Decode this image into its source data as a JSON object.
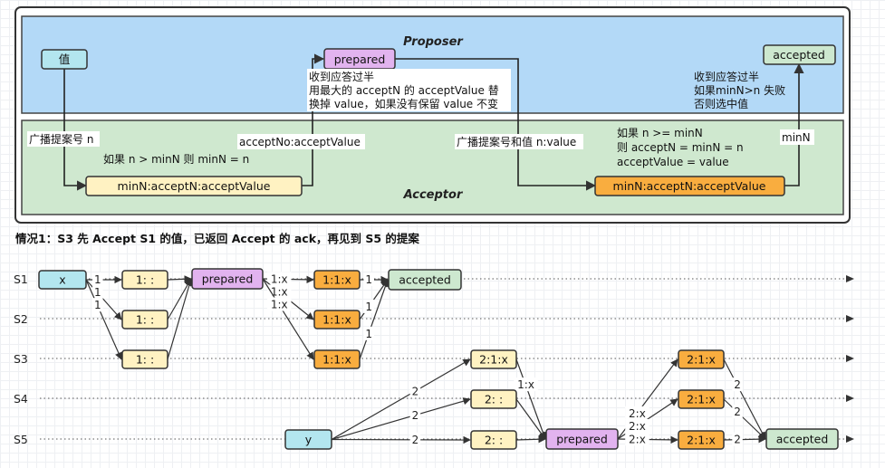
{
  "colors": {
    "proposer_bg": "#b3d9f7",
    "acceptor_bg": "#cfe8cf",
    "node_blue": "#b3e6ef",
    "node_yellow": "#fff2c2",
    "node_purple": "#e2b3ef",
    "node_orange": "#f9ad3f",
    "node_green": "#cde8cf",
    "line": "#333333"
  },
  "top": {
    "proposer_title": "Proposer",
    "acceptor_title": "Acceptor",
    "value_box": "值",
    "prepared_box": "prepared",
    "accepted_box": "accepted",
    "acceptor_box_1": "minN:acceptN:acceptValue",
    "acceptor_box_2": "minN:acceptN:acceptValue",
    "label_broadcast": "广播提案号 n",
    "label_rule1": "如果 n > minN 则 minN = n",
    "label_return": "acceptNo:acceptValue",
    "prepared_note": [
      "收到应答过半",
      "用最大的 acceptN 的 acceptValue 替",
      "换掉 value，如果没有保留 value 不变"
    ],
    "label_broadcast2": "广播提案号和值 n:value",
    "rule2": [
      "如果 n >= minN",
      "则 acceptN = minN = n",
      "acceptValue = value"
    ],
    "label_minN": "minN",
    "accepted_note": [
      "收到应答过半",
      "如果minN>n 失败",
      "否则选中值"
    ]
  },
  "scenario_title": "情况1：S3 先 Accept S1 的值，已返回 Accept 的 ack，再见到 S5 的提案",
  "rows": [
    "S1",
    "S2",
    "S3",
    "S4",
    "S5"
  ],
  "nodes": [
    {
      "id": "x",
      "label": "x",
      "color": "node_blue"
    },
    {
      "id": "s1a",
      "label": "1: :",
      "color": "node_yellow"
    },
    {
      "id": "s2a",
      "label": "1: :",
      "color": "node_yellow"
    },
    {
      "id": "s3a",
      "label": "1: :",
      "color": "node_yellow"
    },
    {
      "id": "p1",
      "label": "prepared",
      "color": "node_purple"
    },
    {
      "id": "s1b",
      "label": "1:1:x",
      "color": "node_orange"
    },
    {
      "id": "s2b",
      "label": "1:1:x",
      "color": "node_orange"
    },
    {
      "id": "s3b",
      "label": "1:1:x",
      "color": "node_orange"
    },
    {
      "id": "acc1",
      "label": "accepted",
      "color": "node_green"
    },
    {
      "id": "s3c",
      "label": "2:1:x",
      "color": "node_yellow"
    },
    {
      "id": "s4c",
      "label": "2: :",
      "color": "node_yellow"
    },
    {
      "id": "s5c",
      "label": "2: :",
      "color": "node_yellow"
    },
    {
      "id": "y",
      "label": "y",
      "color": "node_blue"
    },
    {
      "id": "p2",
      "label": "prepared",
      "color": "node_purple"
    },
    {
      "id": "s3d",
      "label": "2:1:x",
      "color": "node_orange"
    },
    {
      "id": "s4d",
      "label": "2:1:x",
      "color": "node_orange"
    },
    {
      "id": "s5d",
      "label": "2:1:x",
      "color": "node_orange"
    },
    {
      "id": "acc2",
      "label": "accepted",
      "color": "node_green"
    }
  ],
  "edges": [
    {
      "from": "x",
      "to": "s1a",
      "label": "1"
    },
    {
      "from": "x",
      "to": "s2a",
      "label": "1"
    },
    {
      "from": "x",
      "to": "s3a",
      "label": "1"
    },
    {
      "from": "s1a",
      "to": "p1",
      "label": ""
    },
    {
      "from": "s2a",
      "to": "p1",
      "label": ""
    },
    {
      "from": "s3a",
      "to": "p1",
      "label": ""
    },
    {
      "from": "p1",
      "to": "s1b",
      "label": "1:x"
    },
    {
      "from": "p1",
      "to": "s2b",
      "label": "1:x"
    },
    {
      "from": "p1",
      "to": "s3b",
      "label": "1:x"
    },
    {
      "from": "s1b",
      "to": "acc1",
      "label": "1"
    },
    {
      "from": "s2b",
      "to": "acc1",
      "label": "1"
    },
    {
      "from": "s3b",
      "to": "acc1",
      "label": "1"
    },
    {
      "from": "y",
      "to": "s3c",
      "label": "2"
    },
    {
      "from": "y",
      "to": "s4c",
      "label": "2"
    },
    {
      "from": "y",
      "to": "s5c",
      "label": "2"
    },
    {
      "from": "s3c",
      "to": "p2",
      "label": "1:x"
    },
    {
      "from": "s4c",
      "to": "p2",
      "label": ""
    },
    {
      "from": "s5c",
      "to": "p2",
      "label": ""
    },
    {
      "from": "p2",
      "to": "s3d",
      "label": "2:x"
    },
    {
      "from": "p2",
      "to": "s4d",
      "label": "2:x"
    },
    {
      "from": "p2",
      "to": "s5d",
      "label": "2:x"
    },
    {
      "from": "s3d",
      "to": "acc2",
      "label": "2"
    },
    {
      "from": "s4d",
      "to": "acc2",
      "label": "2"
    },
    {
      "from": "s5d",
      "to": "acc2",
      "label": "2"
    }
  ]
}
